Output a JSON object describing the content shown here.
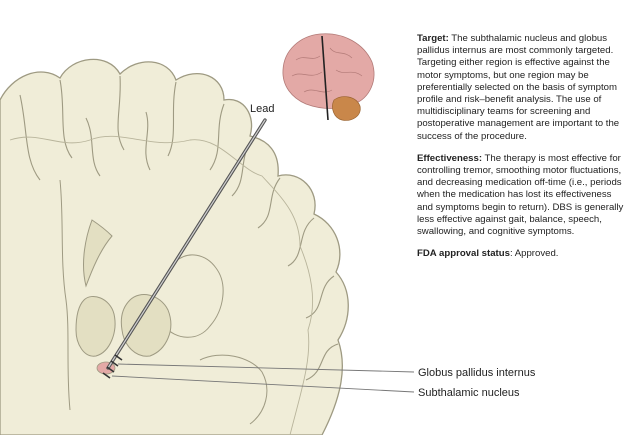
{
  "labels": {
    "lead": "Lead",
    "globus_pallidus": "Globus pallidus internus",
    "subthalamic": "Subthalamic nucleus"
  },
  "panel": {
    "target_heading": "Target:",
    "target_body": " The subthalamic nucleus and globus pallidus internus are most commonly targeted. Targeting either region is effective against the motor symptoms, but one region may be preferentially selected on the basis of symptom profile and risk–benefit analysis. The use of multidisciplinary teams for screening and postoperative management are important to the success of the procedure.",
    "effectiveness_heading": "Effectiveness:",
    "effectiveness_body": " The therapy is most effective for controlling tremor, smoothing motor fluctuations, and decreasing medication off-time (i.e., periods when the medication has lost its effectiveness and symptoms begin to return). DBS is generally less effective against gait, balance, speech, swallowing, and cognitive symptoms.",
    "fda_heading": "FDA approval status",
    "fda_body": ": Approved."
  },
  "colors": {
    "tissue": "#f0edd8",
    "tissue_dark": "#e3dfc2",
    "outline": "#9e9a82",
    "lead": "#555555",
    "brain_pink": "#e3a9a6",
    "cerebellum": "#c9874a"
  }
}
